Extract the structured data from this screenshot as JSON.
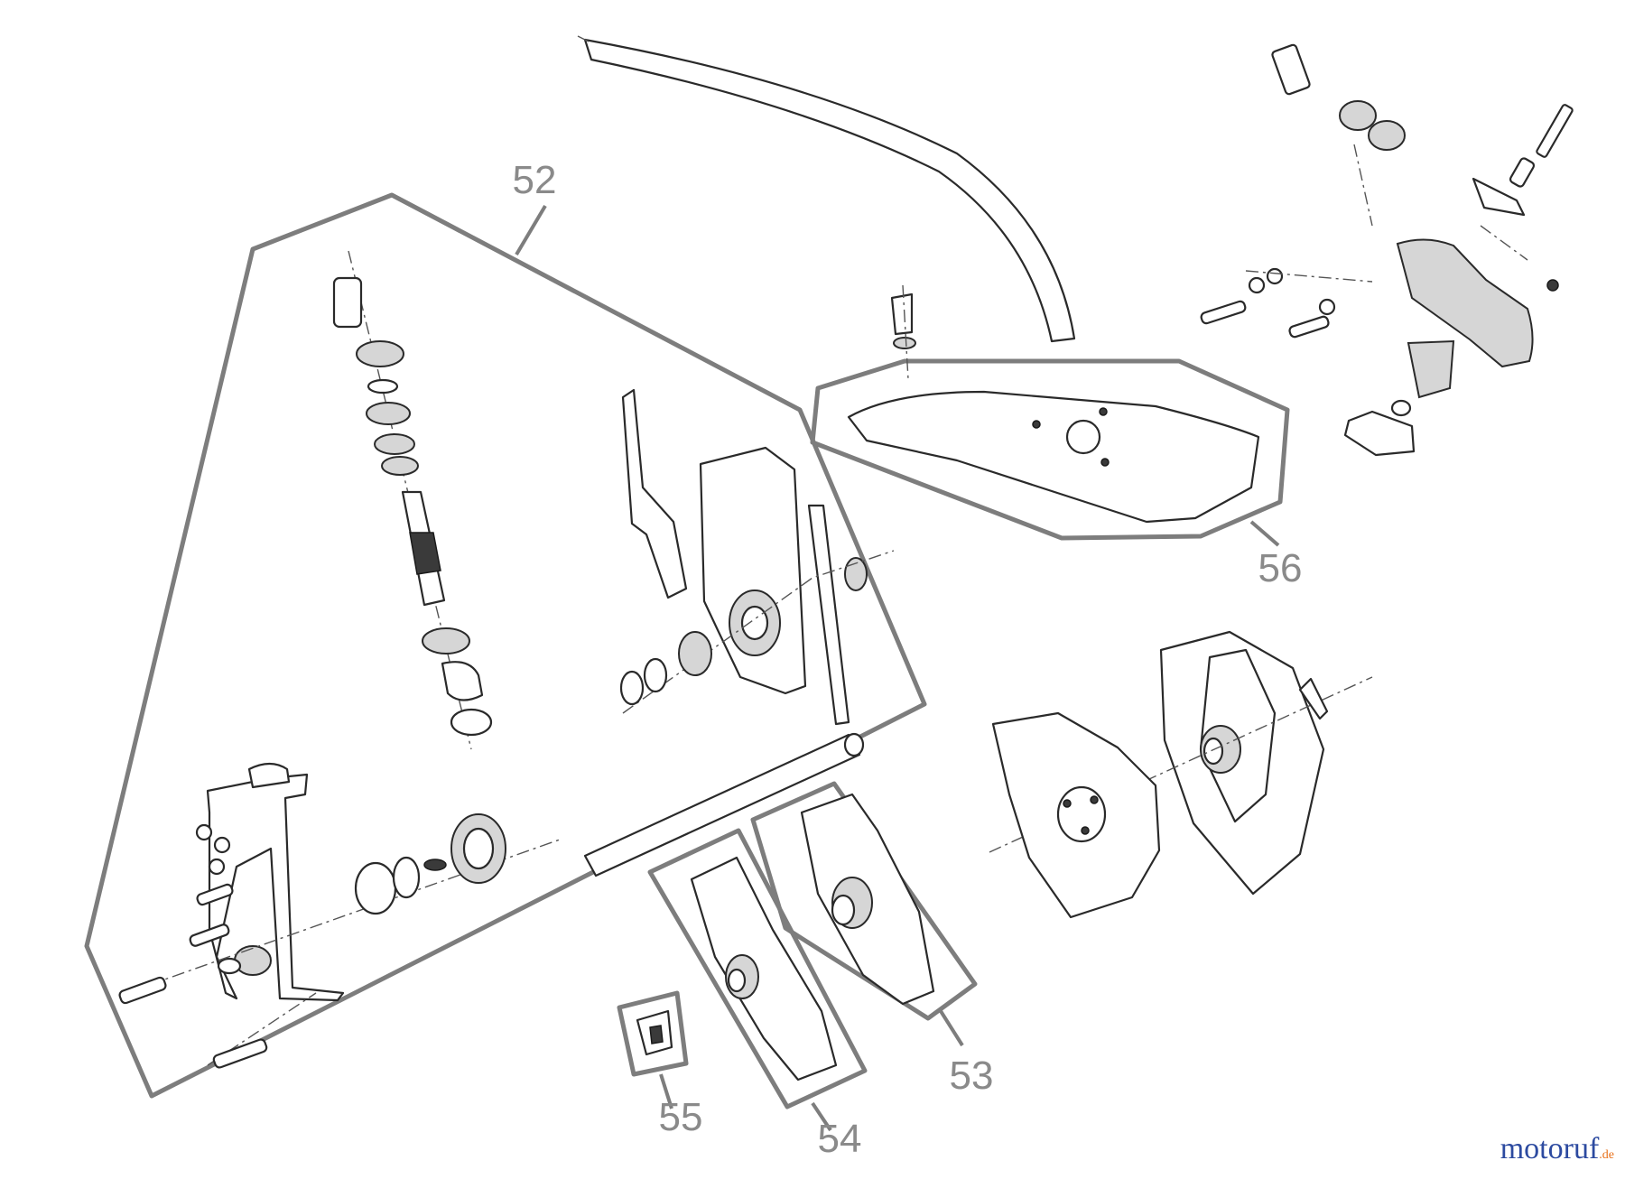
{
  "callouts": [
    {
      "id": "52",
      "label": "52"
    },
    {
      "id": "53",
      "label": "53"
    },
    {
      "id": "54",
      "label": "54"
    },
    {
      "id": "55",
      "label": "55"
    },
    {
      "id": "56",
      "label": "56"
    }
  ],
  "watermark": {
    "brand": "motoruf",
    "tld": ".de"
  },
  "colors": {
    "outline": "#7d7d7d",
    "ink": "#2a2a2a",
    "brand_blue": "#2c4aa0",
    "brand_orange": "#e8701a"
  }
}
